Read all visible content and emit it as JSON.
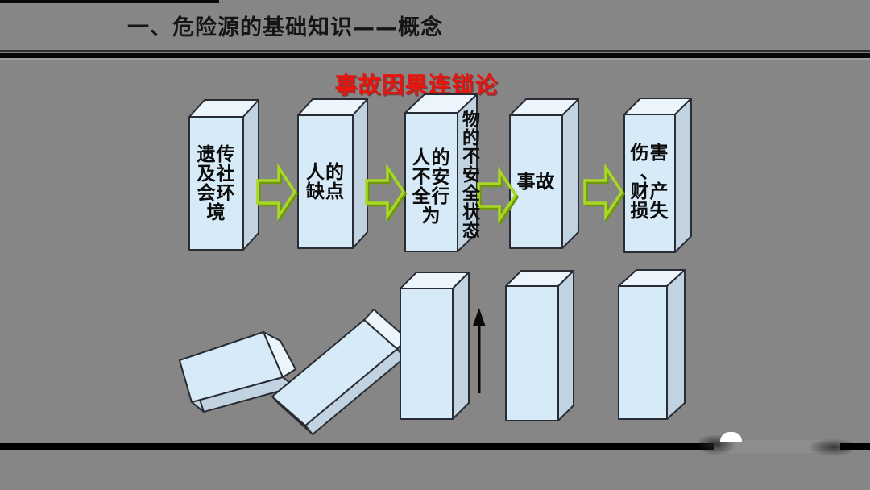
{
  "slide": {
    "header": {
      "title": "一、危险源的基础知识——概念"
    },
    "diagram": {
      "title": "事故因果连锁论",
      "boxes": [
        {
          "label": "遗传及社会环境",
          "lines": [
            "遗传",
            "及社",
            "会环",
            "境"
          ]
        },
        {
          "label": "人的缺点",
          "lines": [
            "人的",
            "缺点"
          ]
        },
        {
          "label": "人的不安全行为",
          "lines": [
            "人的",
            "不安",
            "全行",
            "为"
          ],
          "side_text": "物的不安全状态"
        },
        {
          "label": "事故",
          "lines": [
            "事故"
          ]
        },
        {
          "label": "伤害、财产损失",
          "lines": [
            "伤害",
            "、",
            "财产",
            "损失"
          ]
        }
      ],
      "icons": {
        "flow_arrow": "block-arrow-right-icon",
        "chain_arrow": "arrow-up-icon"
      },
      "flow_arrow_count": 4,
      "dominoes": {
        "fallen": 1,
        "falling": 1,
        "standing": 3
      }
    },
    "colors": {
      "background": "#868686",
      "header_text": "#151515",
      "title_red": "#e8140e",
      "box_front": "#d7eaf8",
      "box_top": "#edf5fc",
      "box_side": "#c1d2e1",
      "box_outline": "#2a2c34",
      "arrow_green": "#a8d826",
      "arrow_green_dark": "#6f960e",
      "box_text": "#0c0c0c",
      "bar_black": "#000000",
      "dome_white": "#ffffff"
    }
  }
}
